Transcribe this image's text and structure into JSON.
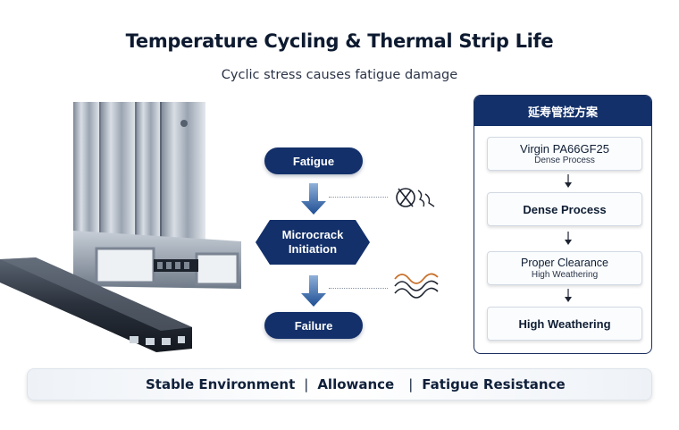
{
  "header": {
    "title": "Temperature Cycling & Thermal Strip Life",
    "subtitle": "Cyclic stress causes fatigue damage"
  },
  "flow": {
    "step1": "Fatigue",
    "step2_line1": "Microcrack",
    "step2_line2": "Initiation",
    "step3": "Failure",
    "icons": [
      "crack-icon",
      "wave-icon"
    ]
  },
  "panel": {
    "title": "延寿管控方案",
    "items": [
      {
        "main": "Virgin PA66GF25",
        "sub": "Dense Process"
      },
      {
        "main": "Dense Process",
        "sub": ""
      },
      {
        "main": "Proper Clearance",
        "sub": "High Weathering"
      },
      {
        "main": "High Weathering",
        "sub": ""
      }
    ]
  },
  "footer": {
    "item1": "Stable Environment",
    "item2": "Allowance",
    "item3": "Fatigue Resistance",
    "separator": "|"
  },
  "colors": {
    "navy": "#13306a",
    "accent_orange": "#c8702a"
  }
}
